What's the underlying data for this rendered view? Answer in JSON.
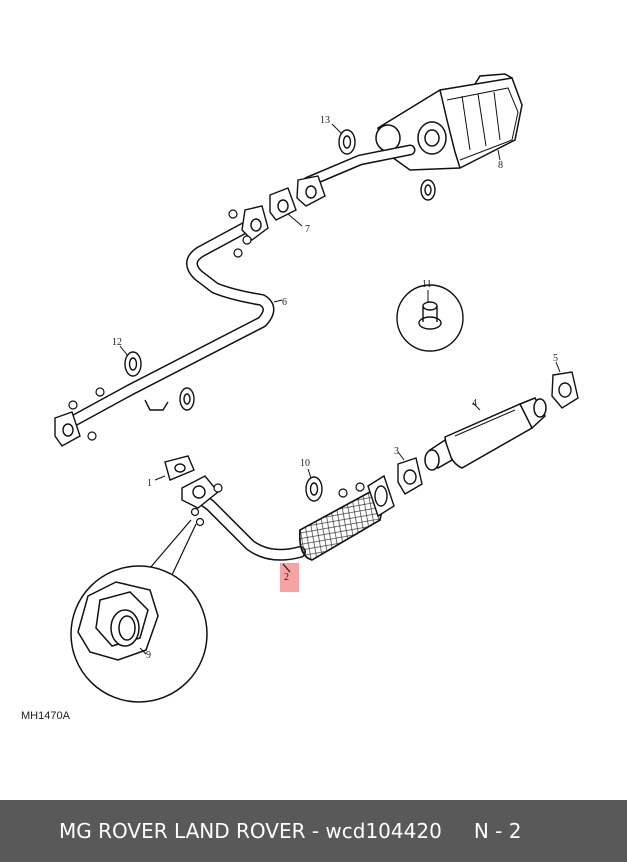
{
  "diagram": {
    "callouts": {
      "c1": "1",
      "c2": "2",
      "c3": "3",
      "c4": "4",
      "c5": "5",
      "c6": "6",
      "c7": "7",
      "c8": "8",
      "c9": "9",
      "c10": "10",
      "c11": "11",
      "c12": "12",
      "c13": "13"
    },
    "highlight_color": "#f5a3a3",
    "reference_code": "MH1470A"
  },
  "footer": {
    "title": "MG ROVER LAND ROVER - wcd104420",
    "code": "N - 2",
    "background": "#595959"
  }
}
